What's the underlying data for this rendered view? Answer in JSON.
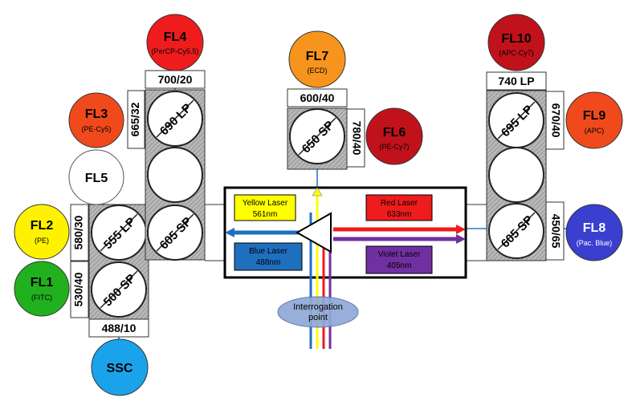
{
  "detectors": {
    "fl1": {
      "name": "FL1",
      "tag": "(FITC)",
      "color": "#22b11e"
    },
    "fl2": {
      "name": "FL2",
      "tag": "(PE)",
      "color": "#fff200"
    },
    "fl3": {
      "name": "FL3",
      "tag": "(PE-Cy5)",
      "color": "#f04a1c"
    },
    "fl4": {
      "name": "FL4",
      "tag": "(PerCP-Cy5.5)",
      "color": "#ee1c1c"
    },
    "fl5": {
      "name": "FL5",
      "tag": "",
      "color": "#ffffff"
    },
    "fl6": {
      "name": "FL6",
      "tag": "(PE-Cy7)",
      "color": "#c1121c"
    },
    "fl7": {
      "name": "FL7",
      "tag": "(ECD)",
      "color": "#f7941d"
    },
    "fl8": {
      "name": "FL8",
      "tag": "(Pac. Blue)",
      "color": "#3a3fcf"
    },
    "fl9": {
      "name": "FL9",
      "tag": "(APC)",
      "color": "#f04a1c"
    },
    "fl10": {
      "name": "FL10",
      "tag": "(APC-Cy7)",
      "color": "#c1121c"
    },
    "ssc": {
      "name": "SSC",
      "tag": "",
      "color": "#1aa3ea"
    }
  },
  "filters": {
    "f488_10": "488/10",
    "f530_40": "530/40",
    "f580_30": "580/30",
    "f665_32": "665/32",
    "f700_20": "700/20",
    "f600_40": "600/40",
    "f780_40": "780/40",
    "f740lp": "740 LP",
    "f670_40": "670/40",
    "f450_65": "450/65"
  },
  "mirrors": {
    "m500sp": "500 SP",
    "m555lp": "555 LP",
    "m605sp_l": "605 SP",
    "m690lp": "690 LP",
    "m650sp": "650 SP",
    "m695lp": "695 LP",
    "m605sp_r": "605 SP"
  },
  "lasers": {
    "yellow": {
      "name": "Yellow Laser",
      "wavelength": "561nm",
      "color": "#ffff00"
    },
    "red": {
      "name": "Red Laser",
      "wavelength": "633nm",
      "color": "#ee1c1c"
    },
    "blue": {
      "name": "Blue Laser",
      "wavelength": "488nm",
      "color": "#1f6fbf"
    },
    "violet": {
      "name": "Violet Laser",
      "wavelength": "405nm",
      "color": "#7030a0"
    }
  },
  "interrogation": {
    "line1": "Interrogation",
    "line2": "point"
  }
}
